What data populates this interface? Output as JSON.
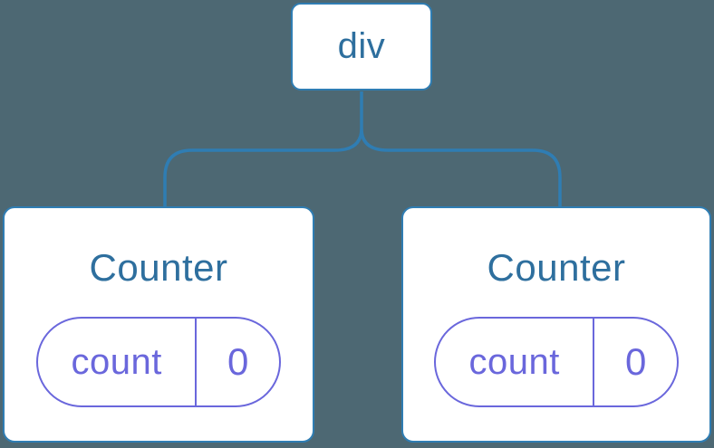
{
  "diagram": {
    "description": "Component tree diagram: a div root element with two Counter children, each holding its own count state",
    "root": {
      "label": "div"
    },
    "children": [
      {
        "title": "Counter",
        "state": {
          "key": "count",
          "value": "0"
        }
      },
      {
        "title": "Counter",
        "state": {
          "key": "count",
          "value": "0"
        }
      }
    ]
  },
  "colors": {
    "background": "#4D6873",
    "line_blue": "#2F7DB3",
    "label_blue": "#2E6F9E",
    "state_purple": "#6A67DC",
    "card_bg": "#FFFFFF"
  }
}
